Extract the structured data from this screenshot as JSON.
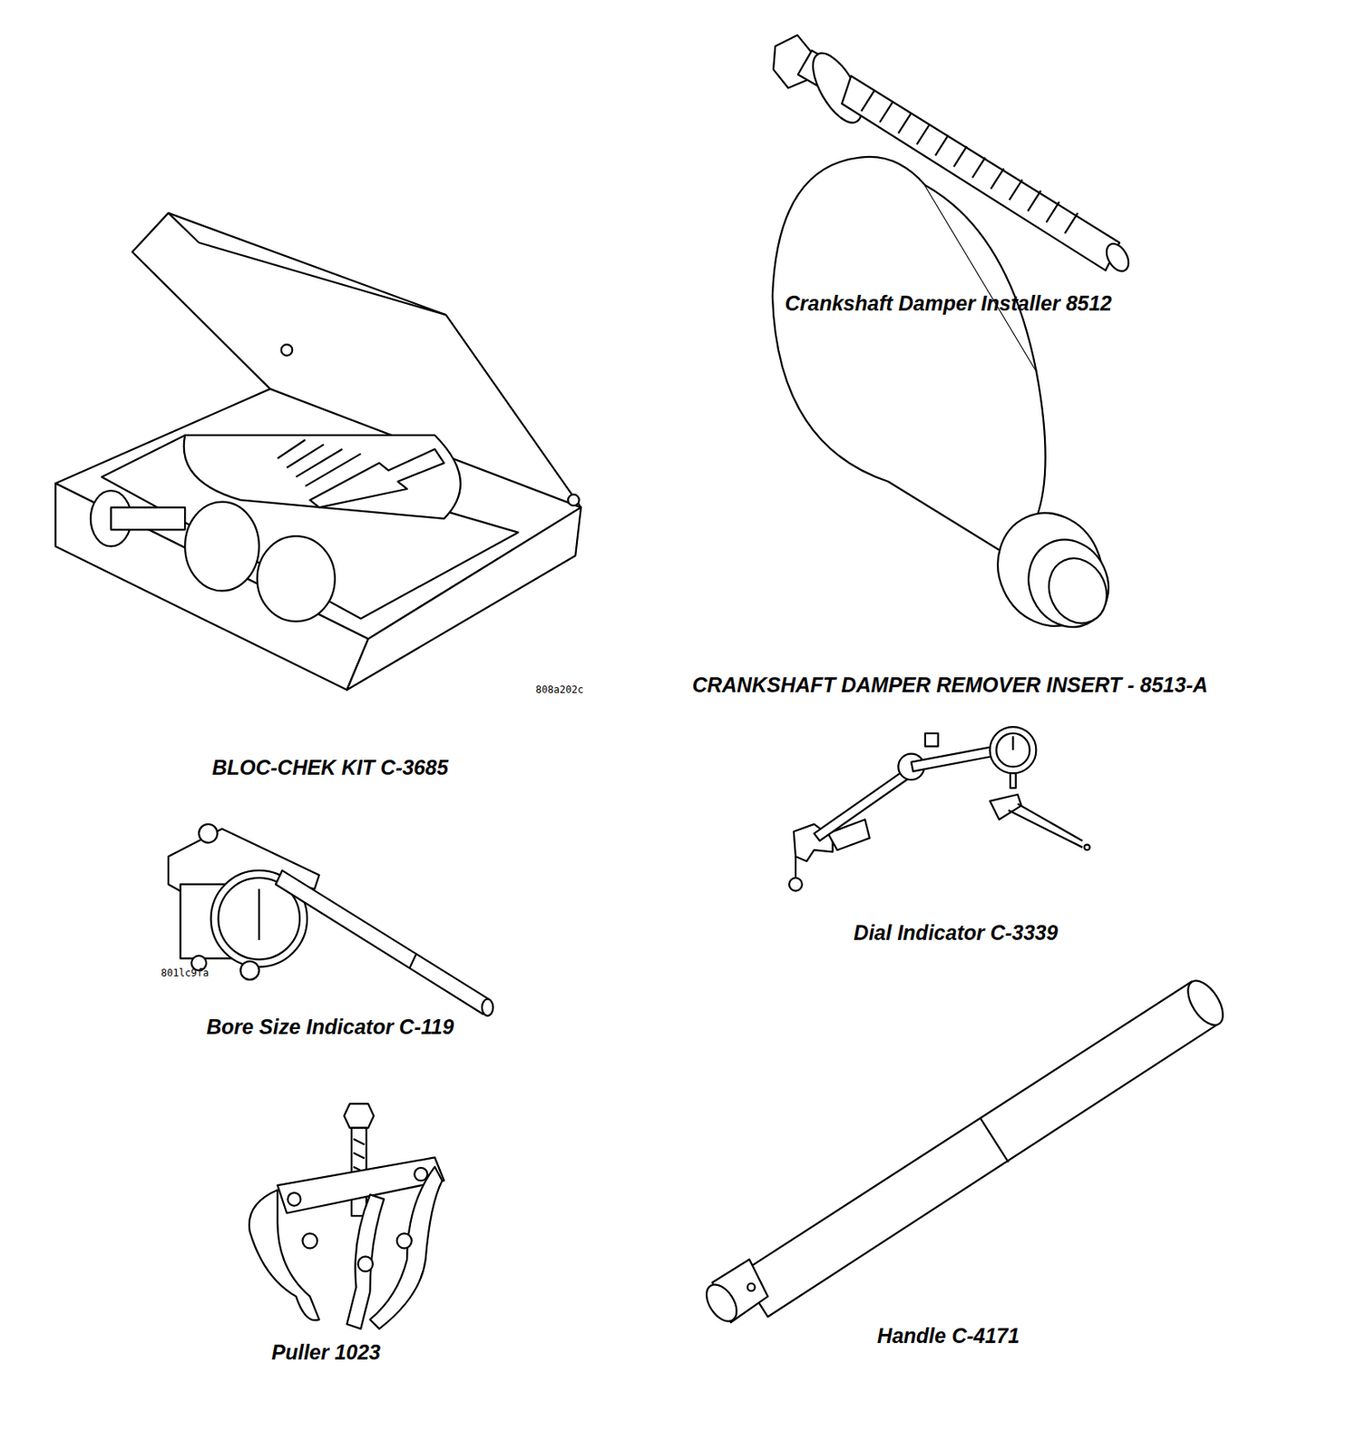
{
  "diagram": {
    "labels": [
      "Crankshaft Damper Installer 8512",
      "CRANKSHAFT DAMPER REMOVER INSERT - 8513-A",
      "808a202c",
      "BLOC-CHEK KIT C-3685",
      "Dial Indicator C-3339",
      "801lc9fa",
      "Bore Size Indicator C-119",
      "Puller 1023",
      "Handle C-4171"
    ]
  }
}
